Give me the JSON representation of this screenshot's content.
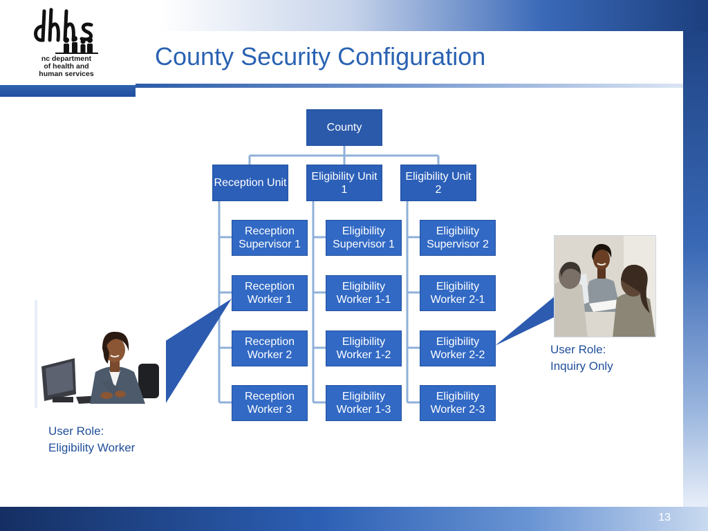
{
  "header": {
    "title": "County Security Configuration",
    "logo": {
      "name": "dhhs",
      "lines": [
        "nc department",
        "of health and",
        "human services"
      ]
    }
  },
  "org_chart": {
    "root": "County",
    "units": [
      {
        "label": "Reception Unit",
        "children": [
          "Reception Supervisor 1",
          "Reception Worker 1",
          "Reception Worker 2",
          "Reception Worker 3"
        ]
      },
      {
        "label": "Eligibility Unit 1",
        "children": [
          "Eligibility Supervisor 1",
          "Eligibility Worker 1-1",
          "Eligibility Worker 1-2",
          "Eligibility Worker 1-3"
        ]
      },
      {
        "label": "Eligibility Unit 2",
        "children": [
          "Eligibility Supervisor 2",
          "Eligibility Worker 2-1",
          "Eligibility Worker 2-2",
          "Eligibility Worker 2-3"
        ]
      }
    ]
  },
  "callouts": [
    {
      "line1": "User Role:",
      "line2": "Eligibility Worker",
      "photo": "woman-at-computer"
    },
    {
      "line1": "User Role:",
      "line2": "Inquiry Only",
      "photo": "meeting-group"
    }
  ],
  "footer": {
    "page_number": "13"
  },
  "colors": {
    "node_fill": "#2b5fb8",
    "connector": "#8fb0d9",
    "title": "#2a62b2",
    "callout_fill": "#2d5bb0"
  }
}
